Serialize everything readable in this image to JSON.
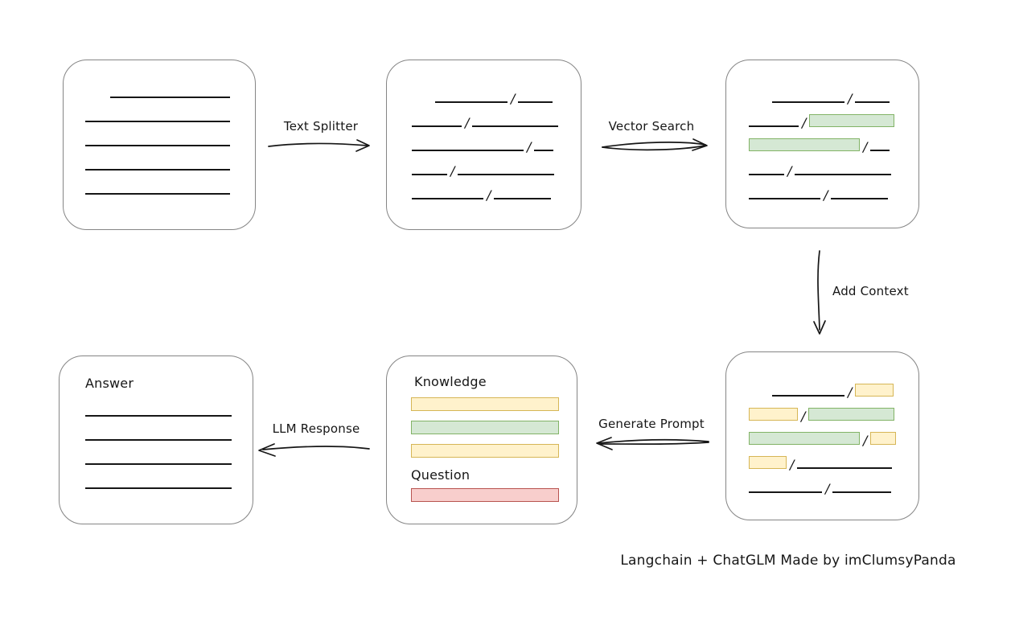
{
  "caption": "Langchain + ChatGLM Made by imClumsyPanda",
  "glyphs": {
    "slash": "/"
  },
  "colors": {
    "chunk_green_fill": "#d5e8d4",
    "chunk_green_border": "#82b366",
    "chunk_yellow_fill": "#fff2cc",
    "chunk_yellow_border": "#d6b656",
    "chunk_red_fill": "#f8cecc",
    "chunk_red_border": "#b85450",
    "box_border": "#858585",
    "ink": "#161616"
  },
  "arrow_labels": {
    "text_splitter": "Text Splitter",
    "vector_search": "Vector Search",
    "add_context": "Add Context",
    "generate_prompt": "Generate Prompt",
    "llm_response": "LLM Response"
  },
  "boxes": {
    "document": {
      "lines": [
        {
          "indent": 31,
          "w": 149
        },
        {
          "w": 180
        },
        {
          "w": 180
        },
        {
          "w": 180
        },
        {
          "w": 180
        }
      ]
    },
    "split_chunks": {
      "rows": [
        {
          "indent": 29,
          "segs": [
            {
              "t": "line",
              "w": 90
            },
            {
              "t": "line",
              "w": 43
            }
          ]
        },
        {
          "segs": [
            {
              "t": "line",
              "w": 62
            },
            {
              "t": "line",
              "w": 107
            }
          ]
        },
        {
          "segs": [
            {
              "t": "line",
              "w": 139
            },
            {
              "t": "line",
              "w": 24
            }
          ]
        },
        {
          "segs": [
            {
              "t": "line",
              "w": 44
            },
            {
              "t": "line",
              "w": 120
            }
          ]
        },
        {
          "segs": [
            {
              "t": "line",
              "w": 89
            },
            {
              "t": "line",
              "w": 71
            }
          ]
        }
      ]
    },
    "matched_chunks": {
      "rows": [
        {
          "indent": 29,
          "segs": [
            {
              "t": "line",
              "w": 90
            },
            {
              "t": "line",
              "w": 43
            }
          ]
        },
        {
          "segs": [
            {
              "t": "line",
              "w": 62
            },
            {
              "t": "green",
              "w": 106
            }
          ]
        },
        {
          "segs": [
            {
              "t": "green",
              "w": 138
            },
            {
              "t": "line",
              "w": 24
            }
          ]
        },
        {
          "segs": [
            {
              "t": "line",
              "w": 44
            },
            {
              "t": "line",
              "w": 120
            }
          ]
        },
        {
          "segs": [
            {
              "t": "line",
              "w": 89
            },
            {
              "t": "line",
              "w": 71
            }
          ]
        }
      ]
    },
    "context_chunks": {
      "rows": [
        {
          "indent": 29,
          "segs": [
            {
              "t": "line",
              "w": 90
            },
            {
              "t": "yellow",
              "w": 48
            }
          ]
        },
        {
          "segs": [
            {
              "t": "yellow",
              "w": 61
            },
            {
              "t": "green",
              "w": 107
            }
          ]
        },
        {
          "segs": [
            {
              "t": "green",
              "w": 138
            },
            {
              "t": "yellow",
              "w": 32
            }
          ]
        },
        {
          "segs": [
            {
              "t": "yellow",
              "w": 47
            },
            {
              "t": "line",
              "w": 118
            }
          ]
        },
        {
          "segs": [
            {
              "t": "line",
              "w": 91
            },
            {
              "t": "line",
              "w": 73
            }
          ]
        }
      ]
    },
    "prompt": {
      "knowledge_label": "Knowledge",
      "knowledge_bars": [
        {
          "c": "yellow"
        },
        {
          "c": "green"
        },
        {
          "c": "yellow"
        }
      ],
      "question_label": "Question",
      "question_bars": [
        {
          "c": "red"
        }
      ]
    },
    "answer": {
      "label": "Answer",
      "lines": [
        {
          "w": 182
        },
        {
          "w": 182
        },
        {
          "w": 182
        },
        {
          "w": 182
        }
      ]
    }
  }
}
